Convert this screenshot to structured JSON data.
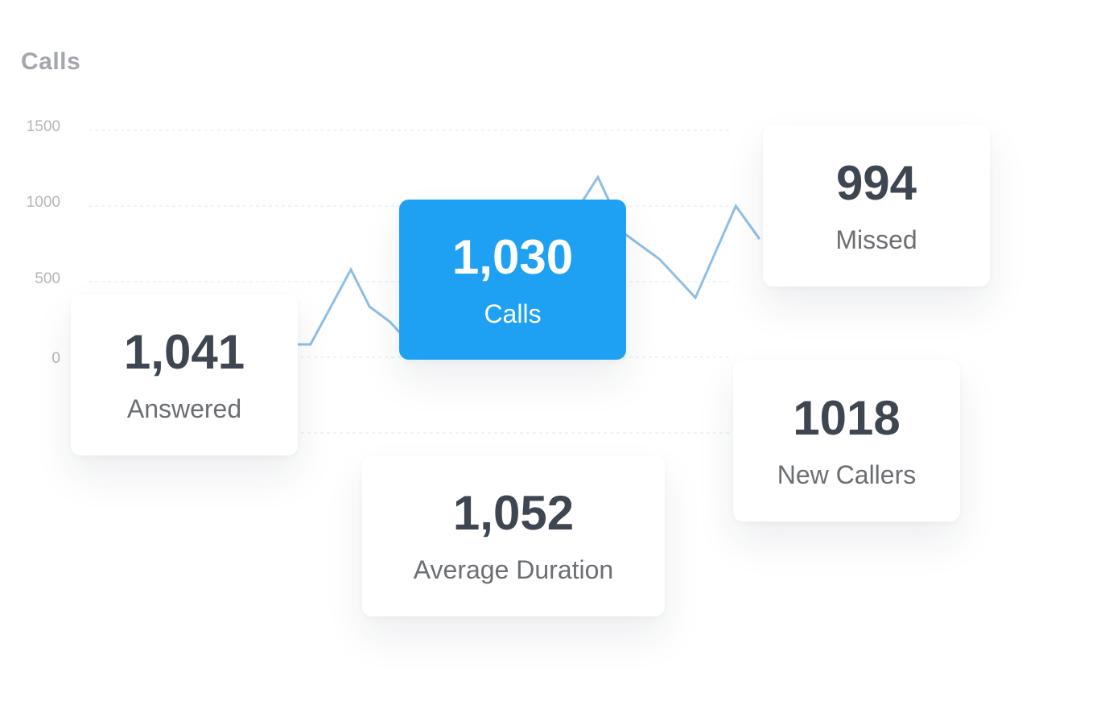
{
  "chart_data": {
    "type": "line",
    "title": "Calls",
    "ylim": [
      -500,
      1500
    ],
    "xlim": [
      0,
      105
    ],
    "yticks": [
      1500,
      1000,
      500,
      0
    ],
    "grid": true,
    "color": "#8dbfe6",
    "points": [
      [
        32.5,
        85
      ],
      [
        34.6,
        85
      ],
      [
        40.9,
        580
      ],
      [
        43.8,
        335
      ],
      [
        47,
        234
      ],
      [
        48.8,
        150
      ],
      [
        65,
        700
      ],
      [
        75,
        900
      ],
      [
        79.4,
        1191
      ],
      [
        83.5,
        819
      ],
      [
        89,
        649
      ],
      [
        94.6,
        394
      ],
      [
        100.9,
        1000
      ],
      [
        104.6,
        782
      ]
    ]
  },
  "cards": [
    {
      "value": "1,041",
      "label": "Answered"
    },
    {
      "value": "1,030",
      "label": "Calls"
    },
    {
      "value": "994",
      "label": "Missed"
    },
    {
      "value": "1018",
      "label": "New Callers"
    },
    {
      "value": "1,052",
      "label": "Average Duration"
    }
  ],
  "colors": {
    "accent": "#1ea1f2",
    "text": "#3d4651"
  }
}
